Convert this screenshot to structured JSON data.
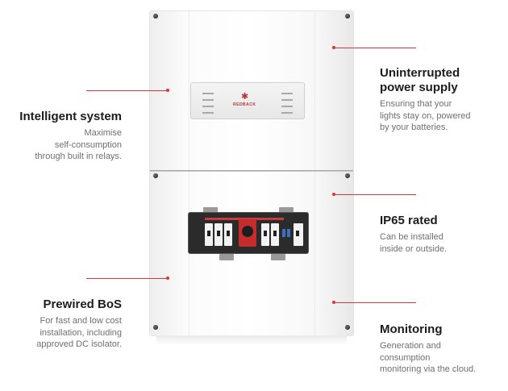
{
  "features": {
    "intelligent": {
      "title": "Intelligent system",
      "desc1": "Maximise",
      "desc2": "self-consumption",
      "desc3": "through built in relays."
    },
    "prewired": {
      "title": "Prewired BoS",
      "desc1": "For fast and low cost",
      "desc2": "installation, including",
      "desc3": "approved DC isolator."
    },
    "ups": {
      "title1": "Uninterrupted",
      "title2": "power supply",
      "desc1": "Ensuring that your",
      "desc2": "lights stay on, powered",
      "desc3": "by your batteries."
    },
    "ip65": {
      "title": "IP65 rated",
      "desc1": "Can be installed",
      "desc2": "inside or outside."
    },
    "monitoring": {
      "title": "Monitoring",
      "desc1": "Generation and",
      "desc2": "consumption",
      "desc3": "monitoring via the cloud."
    }
  },
  "device": {
    "logo_text": "REDBACK"
  },
  "colors": {
    "accent": "#d6363a",
    "title": "#1c1c1c",
    "body": "#6f6f6f"
  },
  "icons": {
    "logo": "redback-spider-icon"
  }
}
